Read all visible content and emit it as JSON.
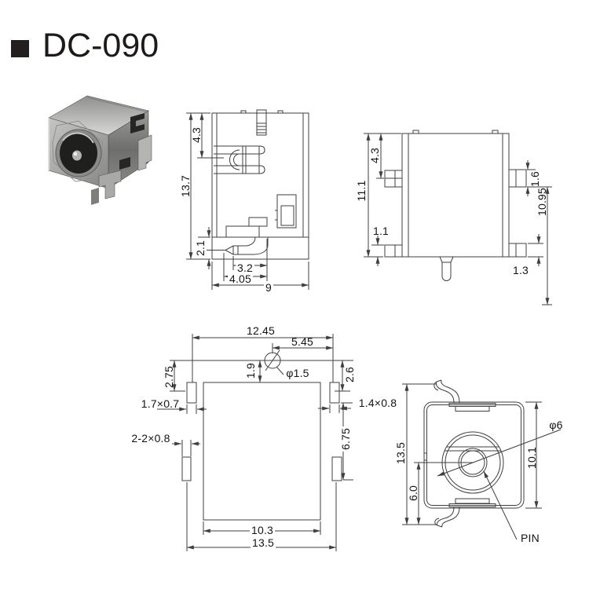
{
  "title": {
    "text": "DC-090"
  },
  "side_view": {
    "height": "13.7",
    "top_depth": "4.3",
    "base_height": "2.1",
    "pin_width": "3.2",
    "pin_offset": "4.05",
    "width": "9"
  },
  "back_view": {
    "height": "11.1",
    "top_depth": "4.3",
    "bottom_tab": "1.1",
    "tab_height": "1.6",
    "right_height": "10.95",
    "bottom_right_tab": "1.3"
  },
  "top_view": {
    "width": "12.45",
    "pin_offset": "5.45",
    "left_depth": "2.75",
    "pin_inset": "1.9",
    "pin_dia": "φ1.5",
    "right_depth": "2.6",
    "left_pad": "1.7×0.7",
    "right_pad": "1.4×0.8",
    "side_pads": "2-2×0.8",
    "right_span": "6.75",
    "inner_width": "10.3",
    "outer_width": "13.5"
  },
  "front_view": {
    "barrel_dia": "φ6",
    "total_height": "13.5",
    "center_height": "6.0",
    "body_height": "10.1",
    "pin_label": "PIN"
  }
}
